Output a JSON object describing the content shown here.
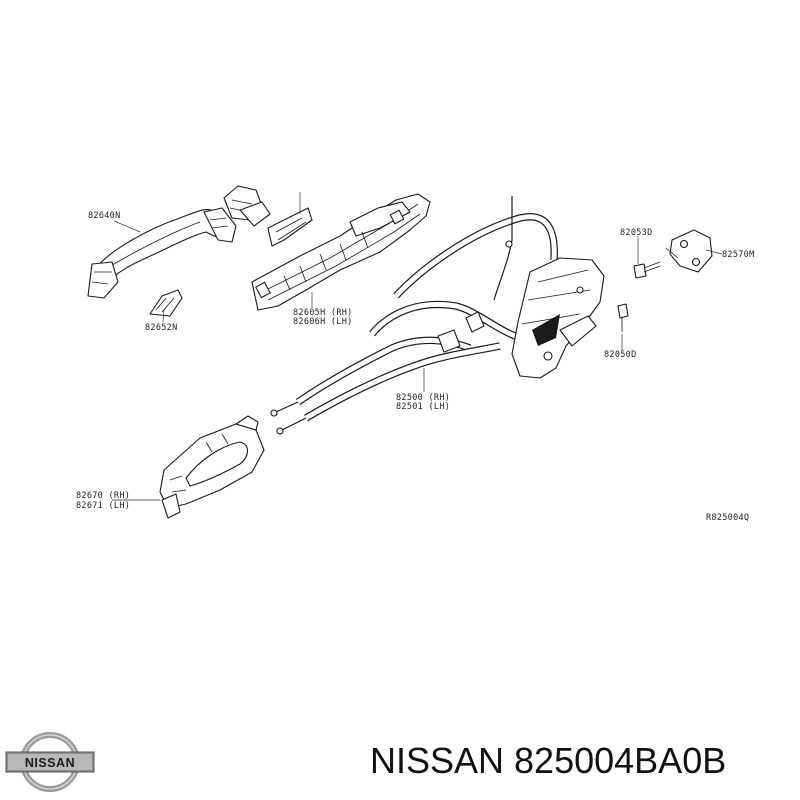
{
  "diagram": {
    "labels": {
      "handle_outer": "82640N",
      "escutcheon": "82652N",
      "bracket_rh": "82605H (RH)",
      "bracket_lh": "82606H (LH)",
      "cable_rh": "82500 (RH)",
      "cable_lh": "82501 (LH)",
      "inner_handle_rh": "82670 (RH)",
      "inner_handle_lh": "82671 (LH)",
      "bolt_top": "82053D",
      "striker": "82570M",
      "bolt_bottom": "82050D",
      "ref_code": "R825004Q"
    }
  },
  "footer": {
    "logo_text": "NISSAN",
    "title": "NISSAN 825004BA0B"
  },
  "colors": {
    "line": "#1a1a1a",
    "background": "#ffffff",
    "logo_silver": "#9a9a9a"
  }
}
